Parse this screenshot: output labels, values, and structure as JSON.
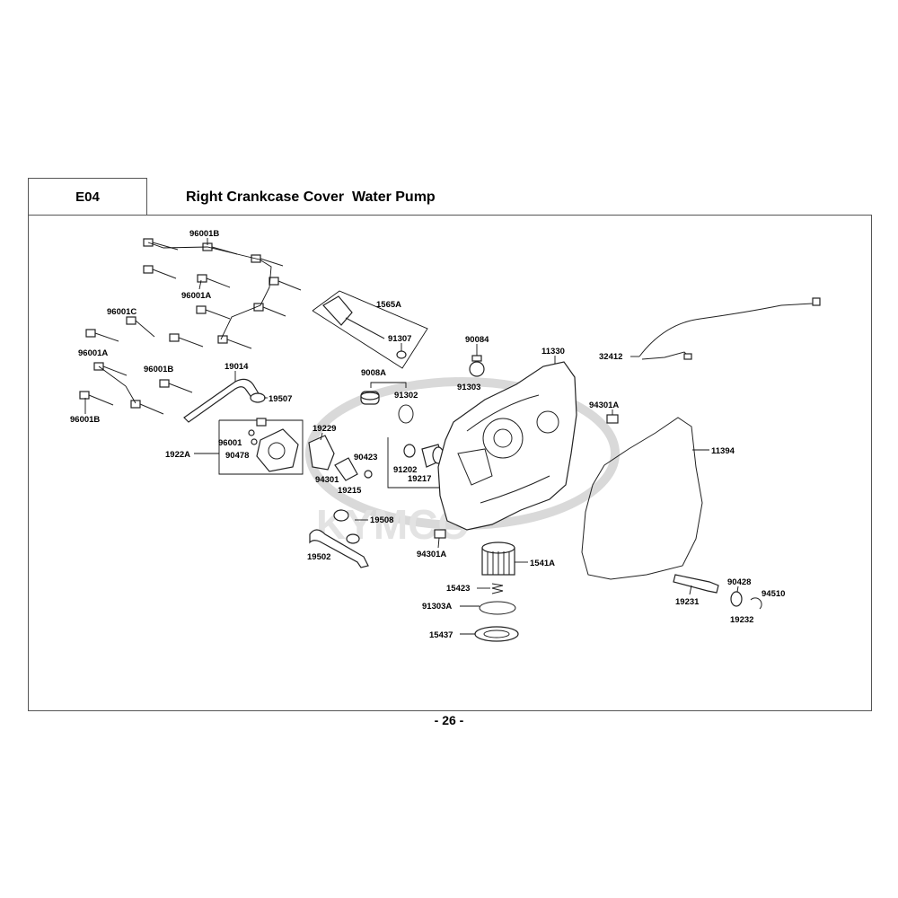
{
  "header": {
    "code": "E04",
    "title": "Right Crankcase Cover  Water Pump"
  },
  "page_number": "- 26 -",
  "watermark": "KYMCO",
  "parts": {
    "p96001B_top": "96001B",
    "p96001A_top": "96001A",
    "p96001C": "96001C",
    "p96001A_left": "96001A",
    "p96001B_mid": "96001B",
    "p96001B_bottom": "96001B",
    "p19014": "19014",
    "p19507": "19507",
    "p1922A": "1922A",
    "p96001": "96001",
    "p90478": "90478",
    "p1565A": "1565A",
    "p91307": "91307",
    "p9008A": "9008A",
    "p91302": "91302",
    "p19229": "19229",
    "p90423": "90423",
    "p94301_left": "94301",
    "p19215": "19215",
    "p91202": "91202",
    "p19217": "19217",
    "p90084": "90084",
    "p91303": "91303",
    "p11330": "11330",
    "p32412": "32412",
    "p94301A_right": "94301A",
    "p11394": "11394",
    "p19508": "19508",
    "p19502": "19502",
    "p94301A_low": "94301A",
    "p1541A": "1541A",
    "p15423": "15423",
    "p91303A": "91303A",
    "p15437": "15437",
    "p19231": "19231",
    "p90428": "90428",
    "p94510": "94510",
    "p19232": "19232"
  }
}
